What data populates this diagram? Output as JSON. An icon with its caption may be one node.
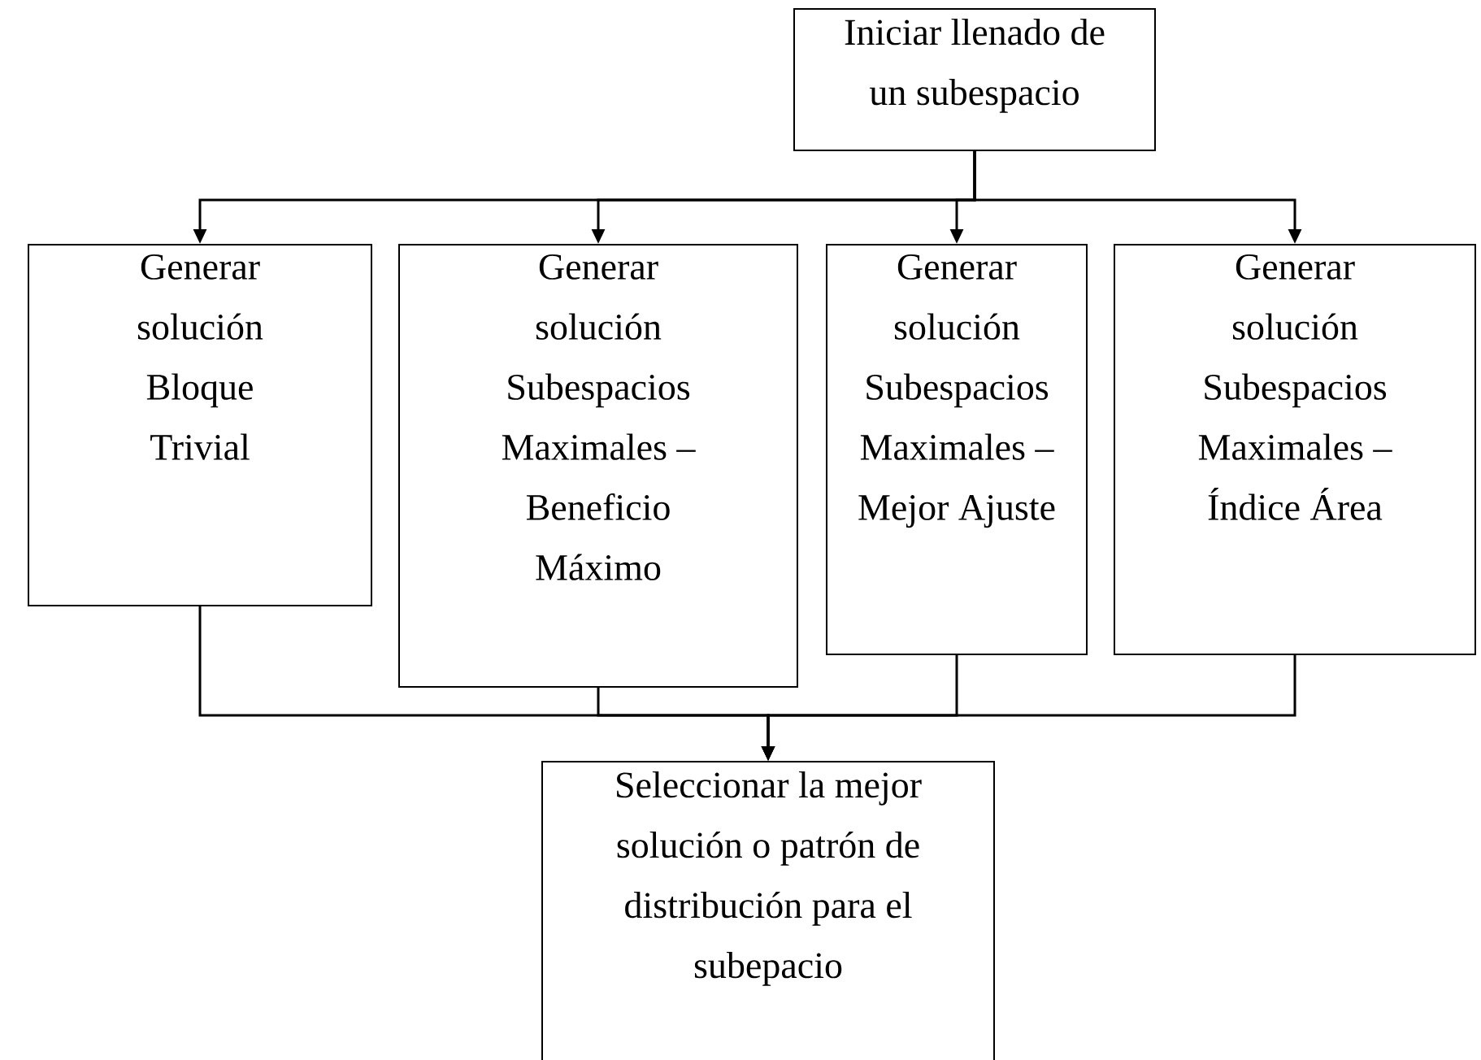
{
  "diagram": {
    "nodes": [
      {
        "text": [
          "Iniciar llenado de un subespacio"
        ]
      },
      {
        "text": [
          "Generar solución Bloque Trivial"
        ]
      },
      {
        "text": [
          "Generar solución Subespacios Maximales – Beneficio Máximo"
        ]
      },
      {
        "text": [
          "Generar solución Subespacios Maximales – Mejor Ajuste"
        ]
      },
      {
        "text": [
          "Generar solución Subespacios Maximales – Índice Área"
        ]
      },
      {
        "text": [
          "Seleccionar la mejor solución o patrón de distribución para el subepacio"
        ]
      }
    ],
    "edges": [
      {
        "from": 0,
        "to": 1,
        "arrow": "to"
      },
      {
        "from": 0,
        "to": 2,
        "arrow": "to"
      },
      {
        "from": 0,
        "to": 3,
        "arrow": "to"
      },
      {
        "from": 0,
        "to": 4,
        "arrow": "to"
      },
      {
        "from": 1,
        "to": 5,
        "arrow": "to"
      },
      {
        "from": 2,
        "to": 5,
        "arrow": "to"
      },
      {
        "from": 3,
        "to": 5,
        "arrow": "to"
      },
      {
        "from": 4,
        "to": 5,
        "arrow": "to"
      }
    ]
  }
}
